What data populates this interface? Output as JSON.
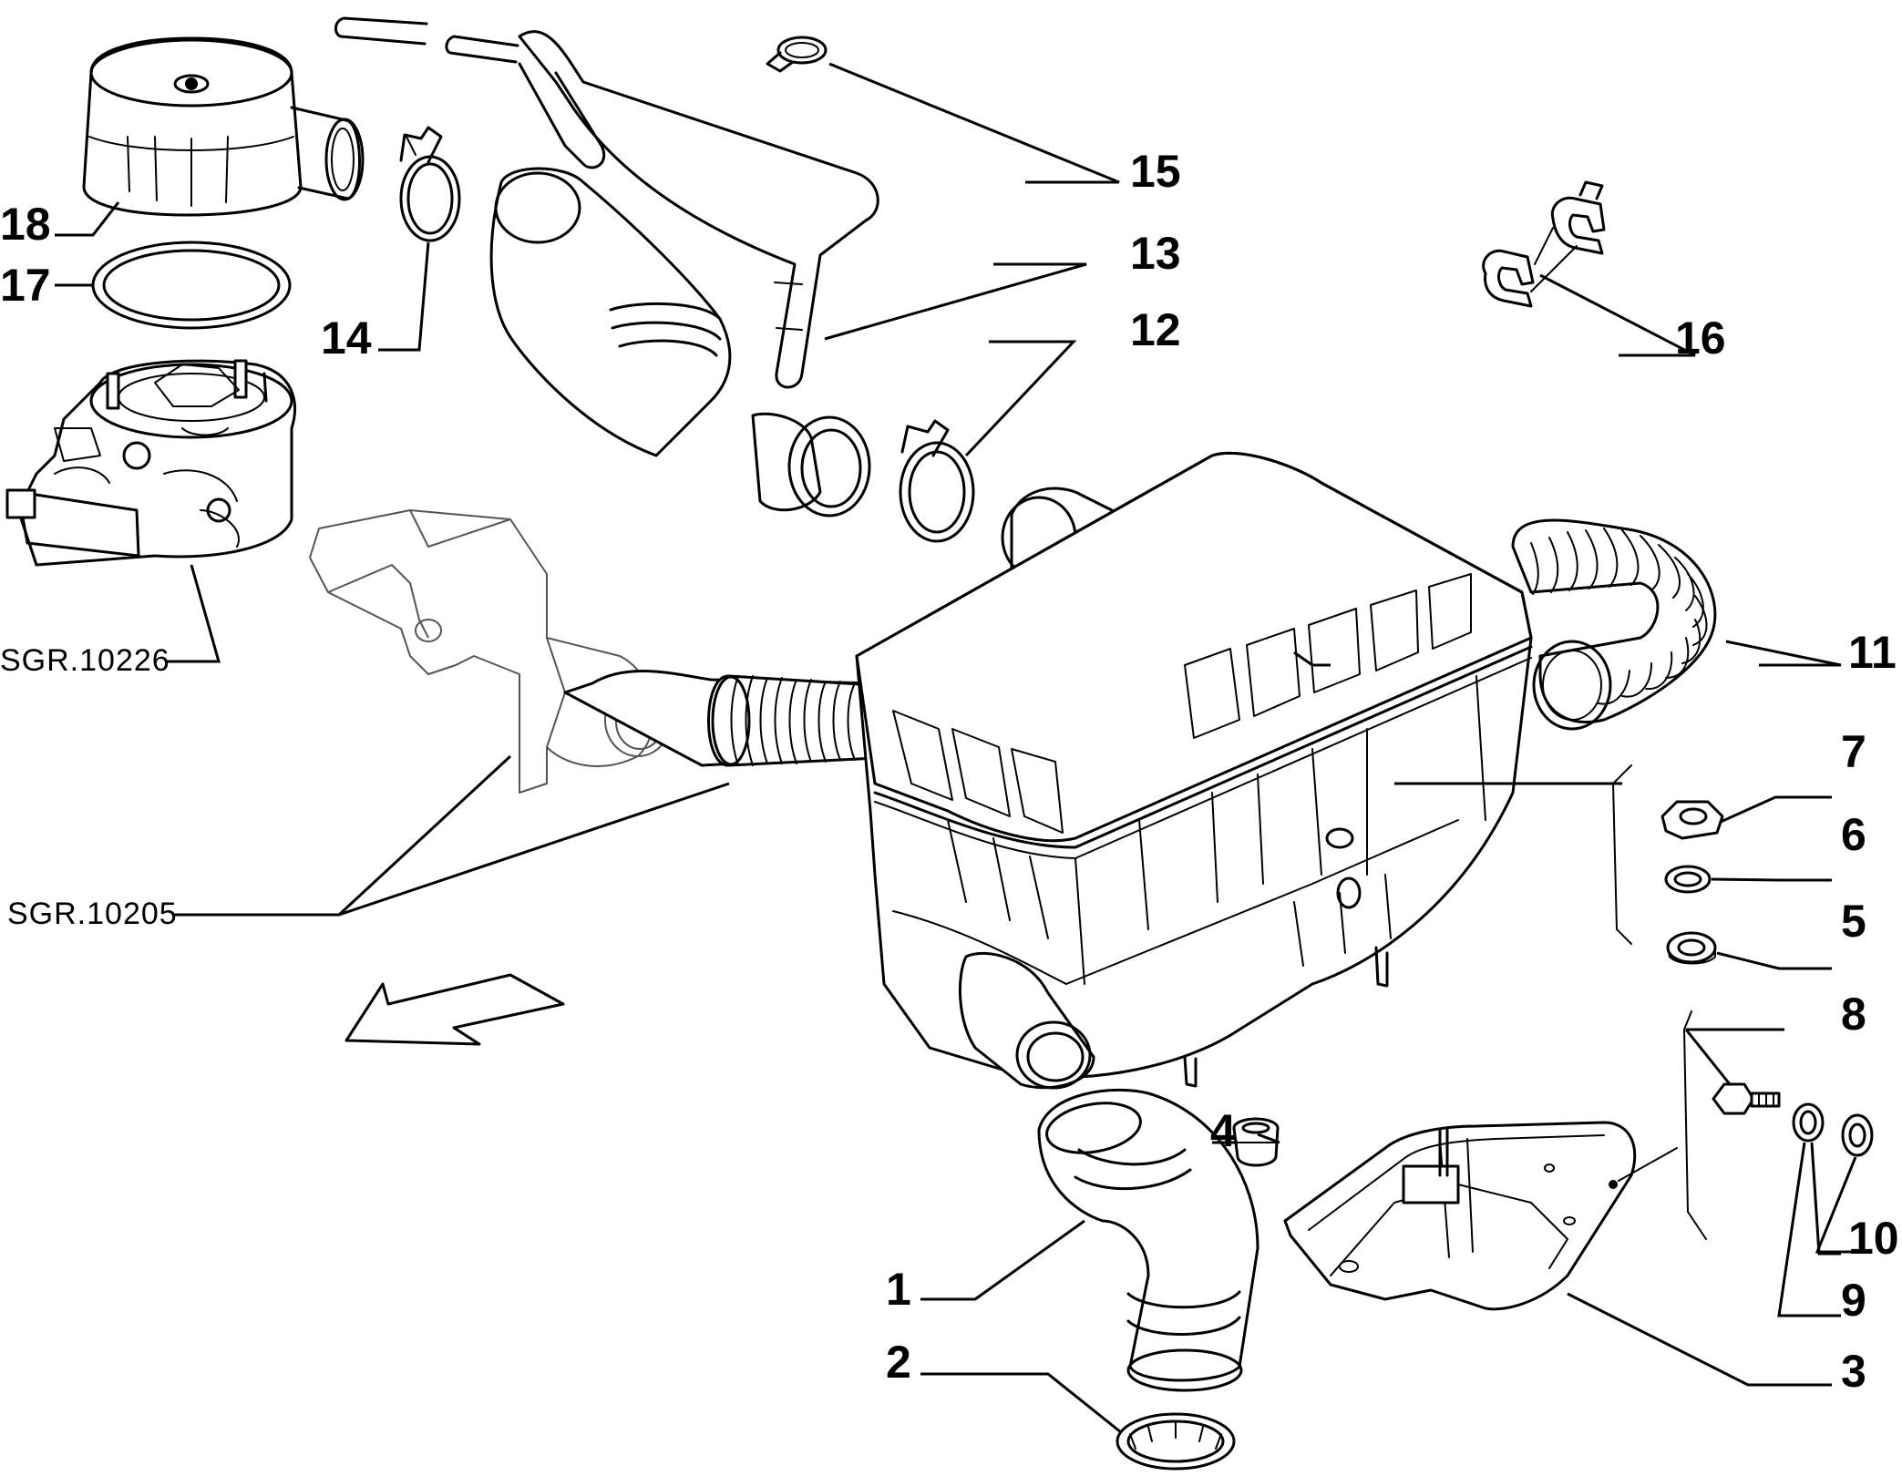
{
  "callouts": [
    {
      "id": "c1",
      "label": "1"
    },
    {
      "id": "c2",
      "label": "2"
    },
    {
      "id": "c3",
      "label": "3"
    },
    {
      "id": "c4",
      "label": "4"
    },
    {
      "id": "c5",
      "label": "5"
    },
    {
      "id": "c6",
      "label": "6"
    },
    {
      "id": "c7",
      "label": "7"
    },
    {
      "id": "c8",
      "label": "8"
    },
    {
      "id": "c9",
      "label": "9"
    },
    {
      "id": "c10",
      "label": "10"
    },
    {
      "id": "c11",
      "label": "11"
    },
    {
      "id": "c12",
      "label": "12"
    },
    {
      "id": "c13",
      "label": "13"
    },
    {
      "id": "c14",
      "label": "14"
    },
    {
      "id": "c15",
      "label": "15"
    },
    {
      "id": "c16",
      "label": "16"
    },
    {
      "id": "c17",
      "label": "17"
    },
    {
      "id": "c18",
      "label": "18"
    }
  ],
  "references": {
    "sgr_10226": "SGR.10226",
    "sgr_10205": "SGR.10205"
  }
}
